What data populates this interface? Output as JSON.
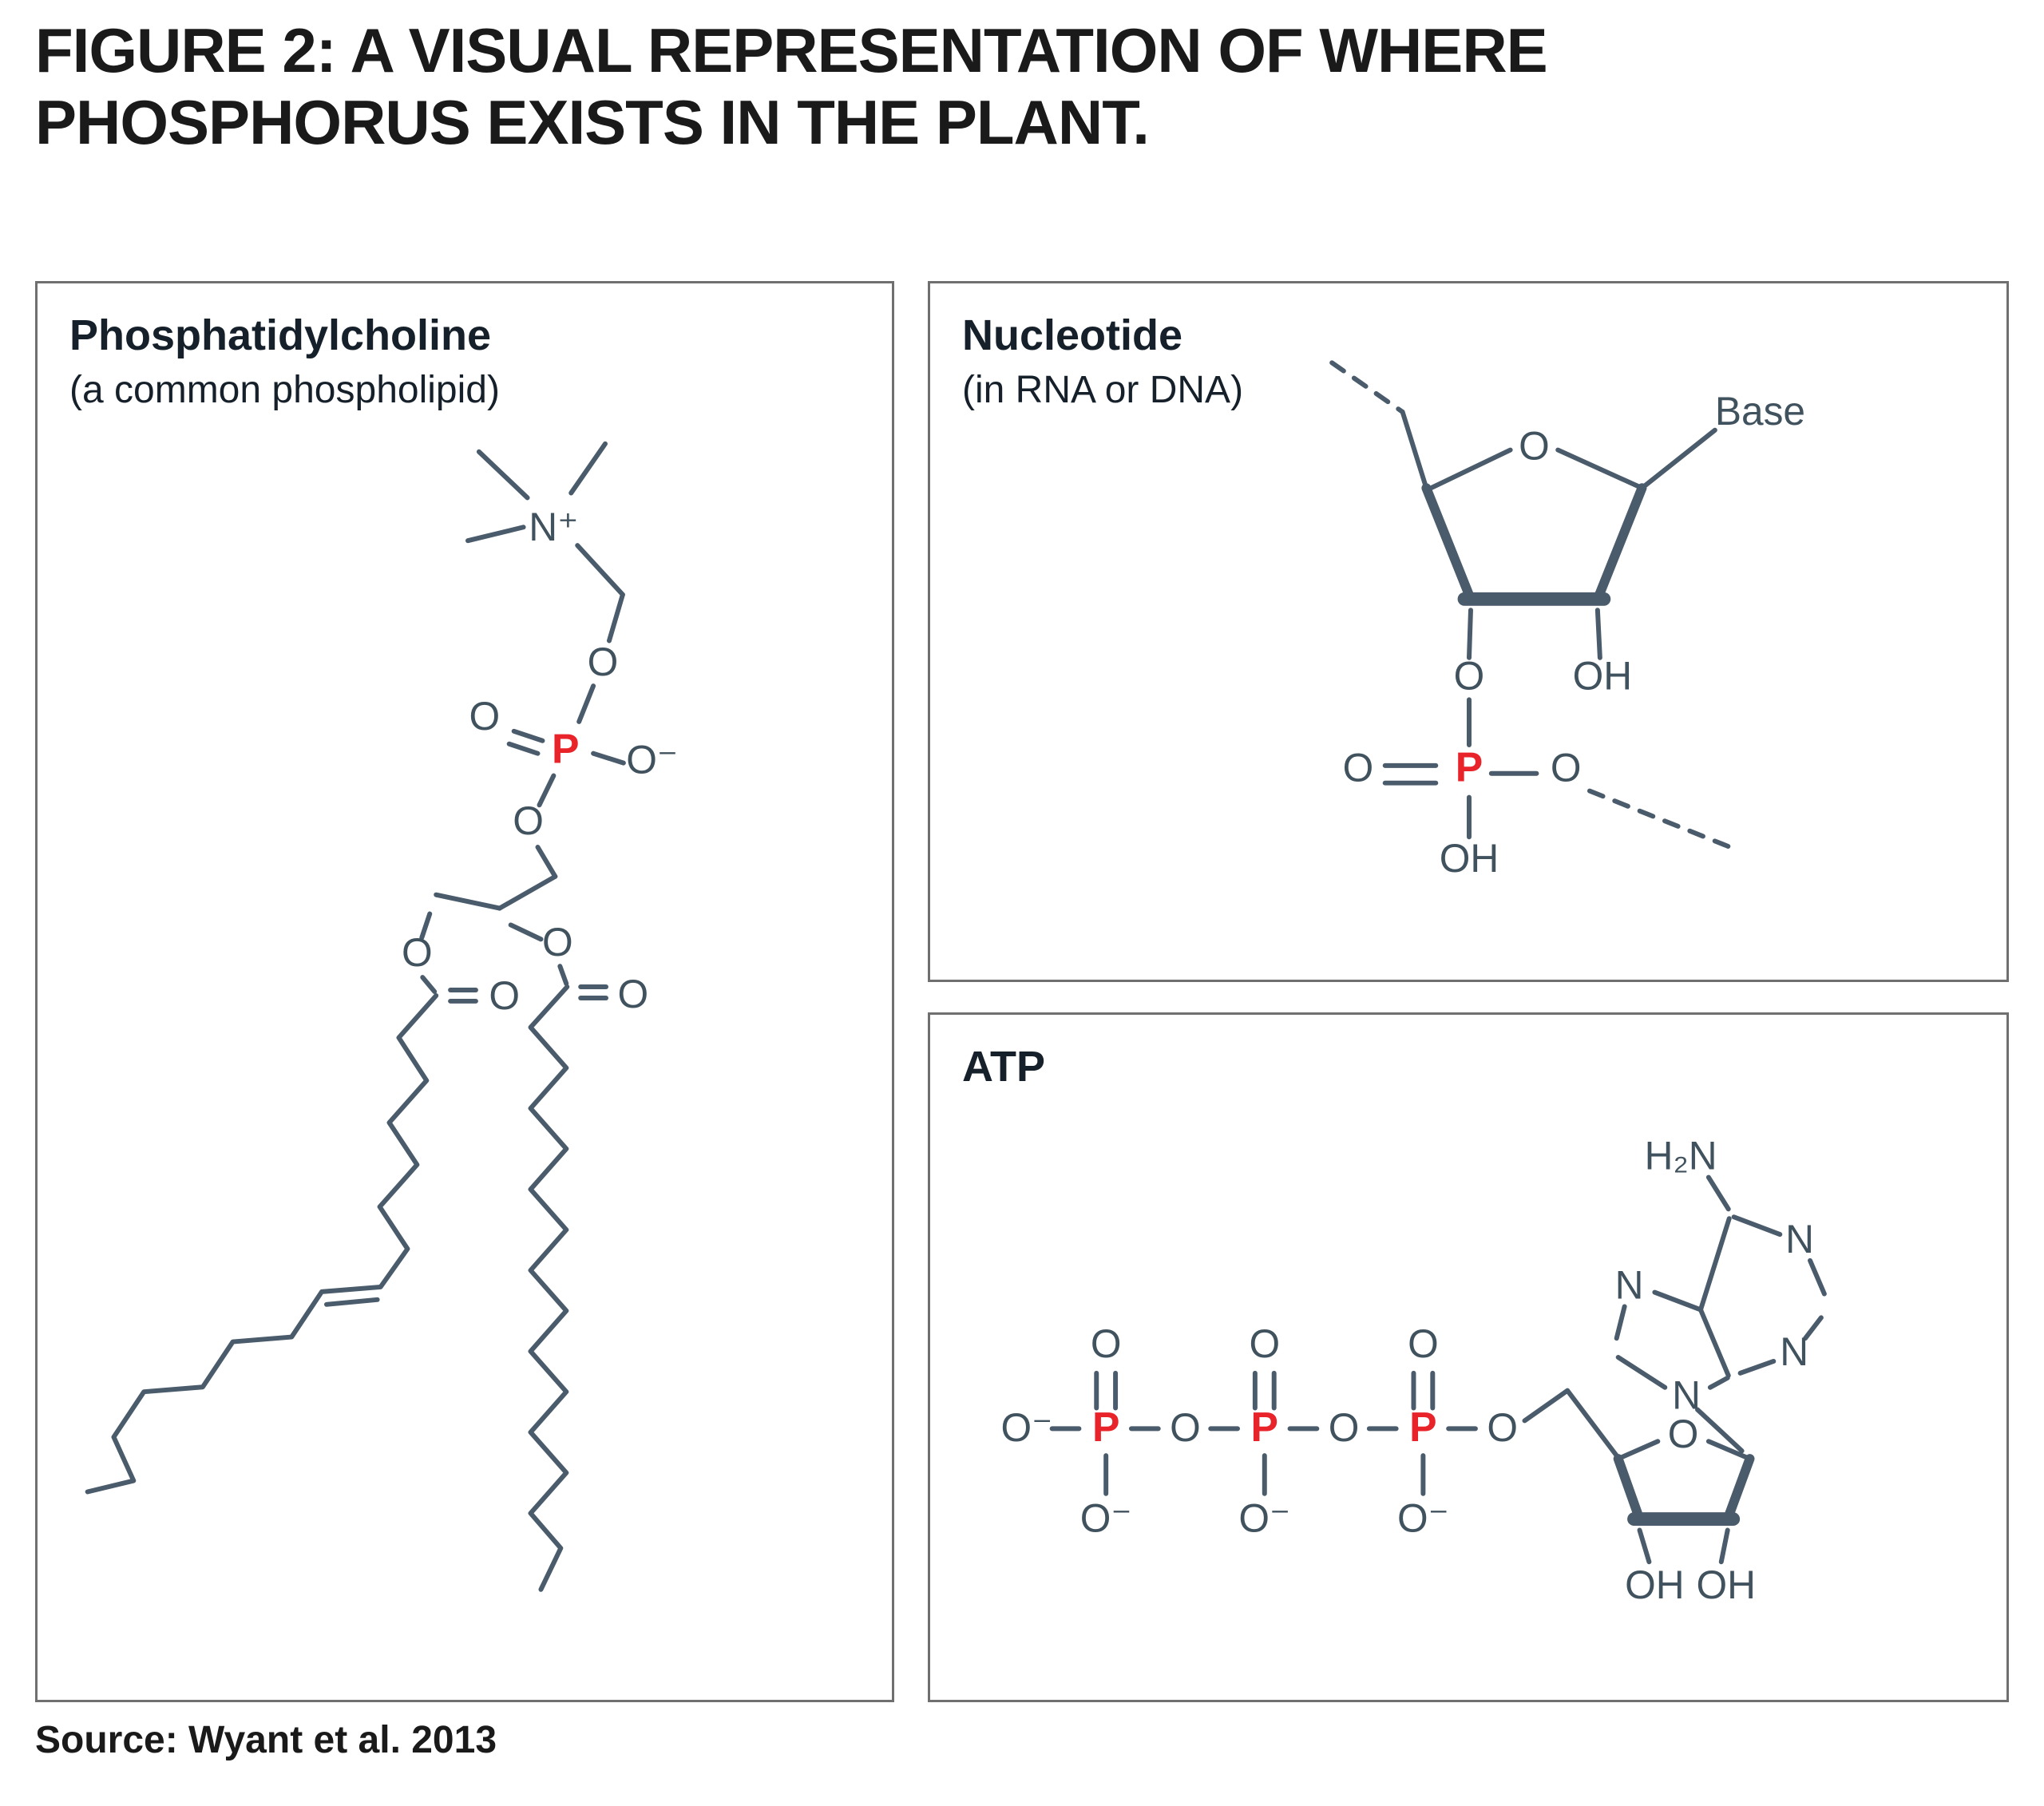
{
  "header": {
    "title_line1": "FIGURE 2: A VISUAL REPRESENTATION OF WHERE",
    "title_line2": "PHOSPHORUS EXISTS IN THE PLANT."
  },
  "footer": {
    "source": "Source: Wyant et al. 2013"
  },
  "colors": {
    "bond": "#4a5b6c",
    "atom_text": "#41525f",
    "phosphorus_red": "#e8232a",
    "panel_border": "#6f6f6f",
    "title_text": "#1a1a1a"
  },
  "atoms": {
    "O": "O",
    "O_minus": "O⁻",
    "OH": "OH",
    "P": "P",
    "N": "N",
    "N_plus": "N⁺",
    "H2N": "H₂N"
  },
  "panels": {
    "phospholipid": {
      "title": "Phosphatidylcholine",
      "subtitle": "(a common phospholipid)"
    },
    "nucleotide": {
      "title": "Nucleotide",
      "subtitle": "(in RNA or DNA)",
      "base_label": "Base"
    },
    "atp": {
      "title": "ATP"
    }
  }
}
